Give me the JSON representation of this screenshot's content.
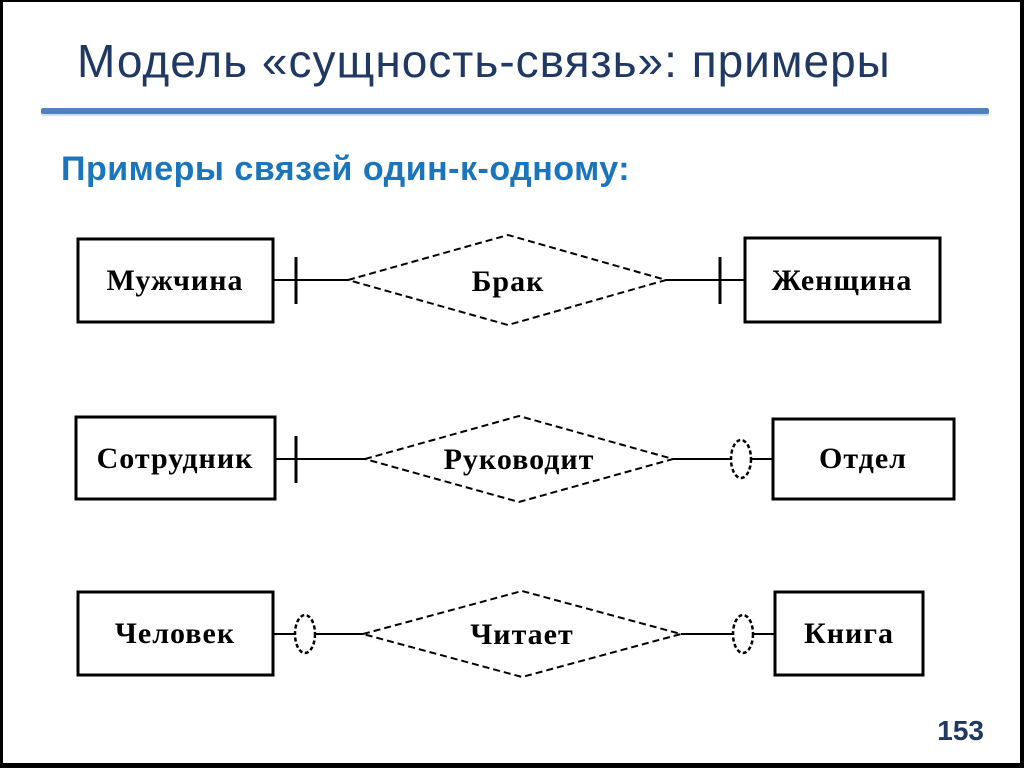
{
  "page": {
    "title": "Модель «сущность-связь»: примеры",
    "subtitle": "Примеры связей один-к-одному:",
    "page_number": "153"
  },
  "colors": {
    "title_text": "#1F3864",
    "subtitle_text": "#1B75BC",
    "divider": "#4F81BD",
    "diagram_lines": "#000000",
    "background": "#FFFFFF",
    "border": "#000000"
  },
  "diagrams": [
    {
      "left_entity": "Мужчина",
      "relationship": "Брак",
      "right_entity": "Женщина",
      "left_marker": "tick",
      "right_marker": "tick"
    },
    {
      "left_entity": "Сотрудник",
      "relationship": "Руководит",
      "right_entity": "Отдел",
      "left_marker": "tick",
      "right_marker": "oval"
    },
    {
      "left_entity": "Человек",
      "relationship": "Читает",
      "right_entity": "Книга",
      "left_marker": "oval",
      "right_marker": "oval"
    }
  ]
}
